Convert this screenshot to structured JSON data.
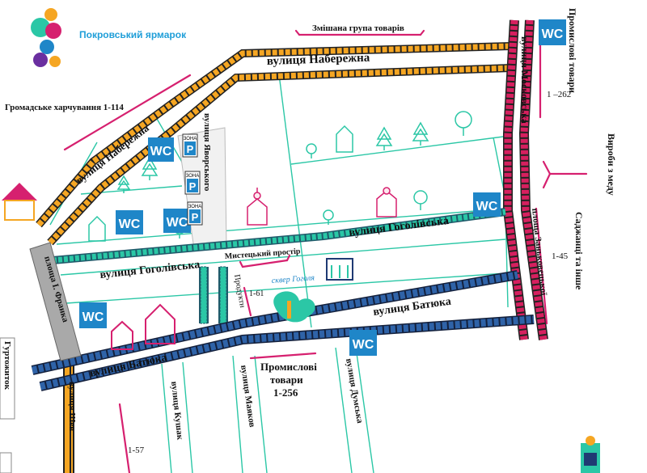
{
  "brand": {
    "name": "Покровський ярмарок"
  },
  "streets": {
    "naberezhna_top": "вулиця Набережна",
    "naberezhna_diag": "вулиця Набережна",
    "moskovska": "вулиця Московська",
    "yavorskoho": "вулиця Яворського",
    "hoholivska_east": "вулиця Гоголівська",
    "hoholivska_west": "вулиця Гоголівська",
    "batiuka_east": "вулиця Батюка",
    "batiuka_west": "вулиця Батюка",
    "zankovetskoi": "площа Заньковецької",
    "franka": "площа І. Франка",
    "kushak": "вулиця Кушак",
    "maiakov": "вулиця Маяков",
    "dumska": "вулиця Думська",
    "shev": "вулиця Шев"
  },
  "zones": {
    "mixed_goods": "Змішана група товарів",
    "food": "Громадське харчування 1-114",
    "industrial_right": "Промислові товари",
    "industrial_right_range": "1 –262",
    "honey": "Вироби з меду",
    "saplings": "Саджанці та інше",
    "saplings_range": "1-45",
    "art_space": "Мистецький простір",
    "products": "Продукти",
    "products_range": "1-61",
    "gogol_square": "сквер Гоголя",
    "industrial_bottom": "Промислові",
    "industrial_bottom_2": "товари",
    "industrial_bottom_range": "1-256",
    "dormitory": "Гуртожиток",
    "left_range": "1-57"
  },
  "icons": {
    "wc": "WC",
    "parking": "P",
    "zone": "ЗОНА"
  },
  "colors": {
    "orange_street": "#f5a623",
    "teal_street": "#2bc7a6",
    "navy_street": "#1f3a73",
    "pink_street": "#d6205f",
    "magenta_bracket": "#d6206f",
    "wc_blue": "#1f86c8",
    "thin_line": "#2bc7a6",
    "square_gray": "#a9a9a9"
  }
}
